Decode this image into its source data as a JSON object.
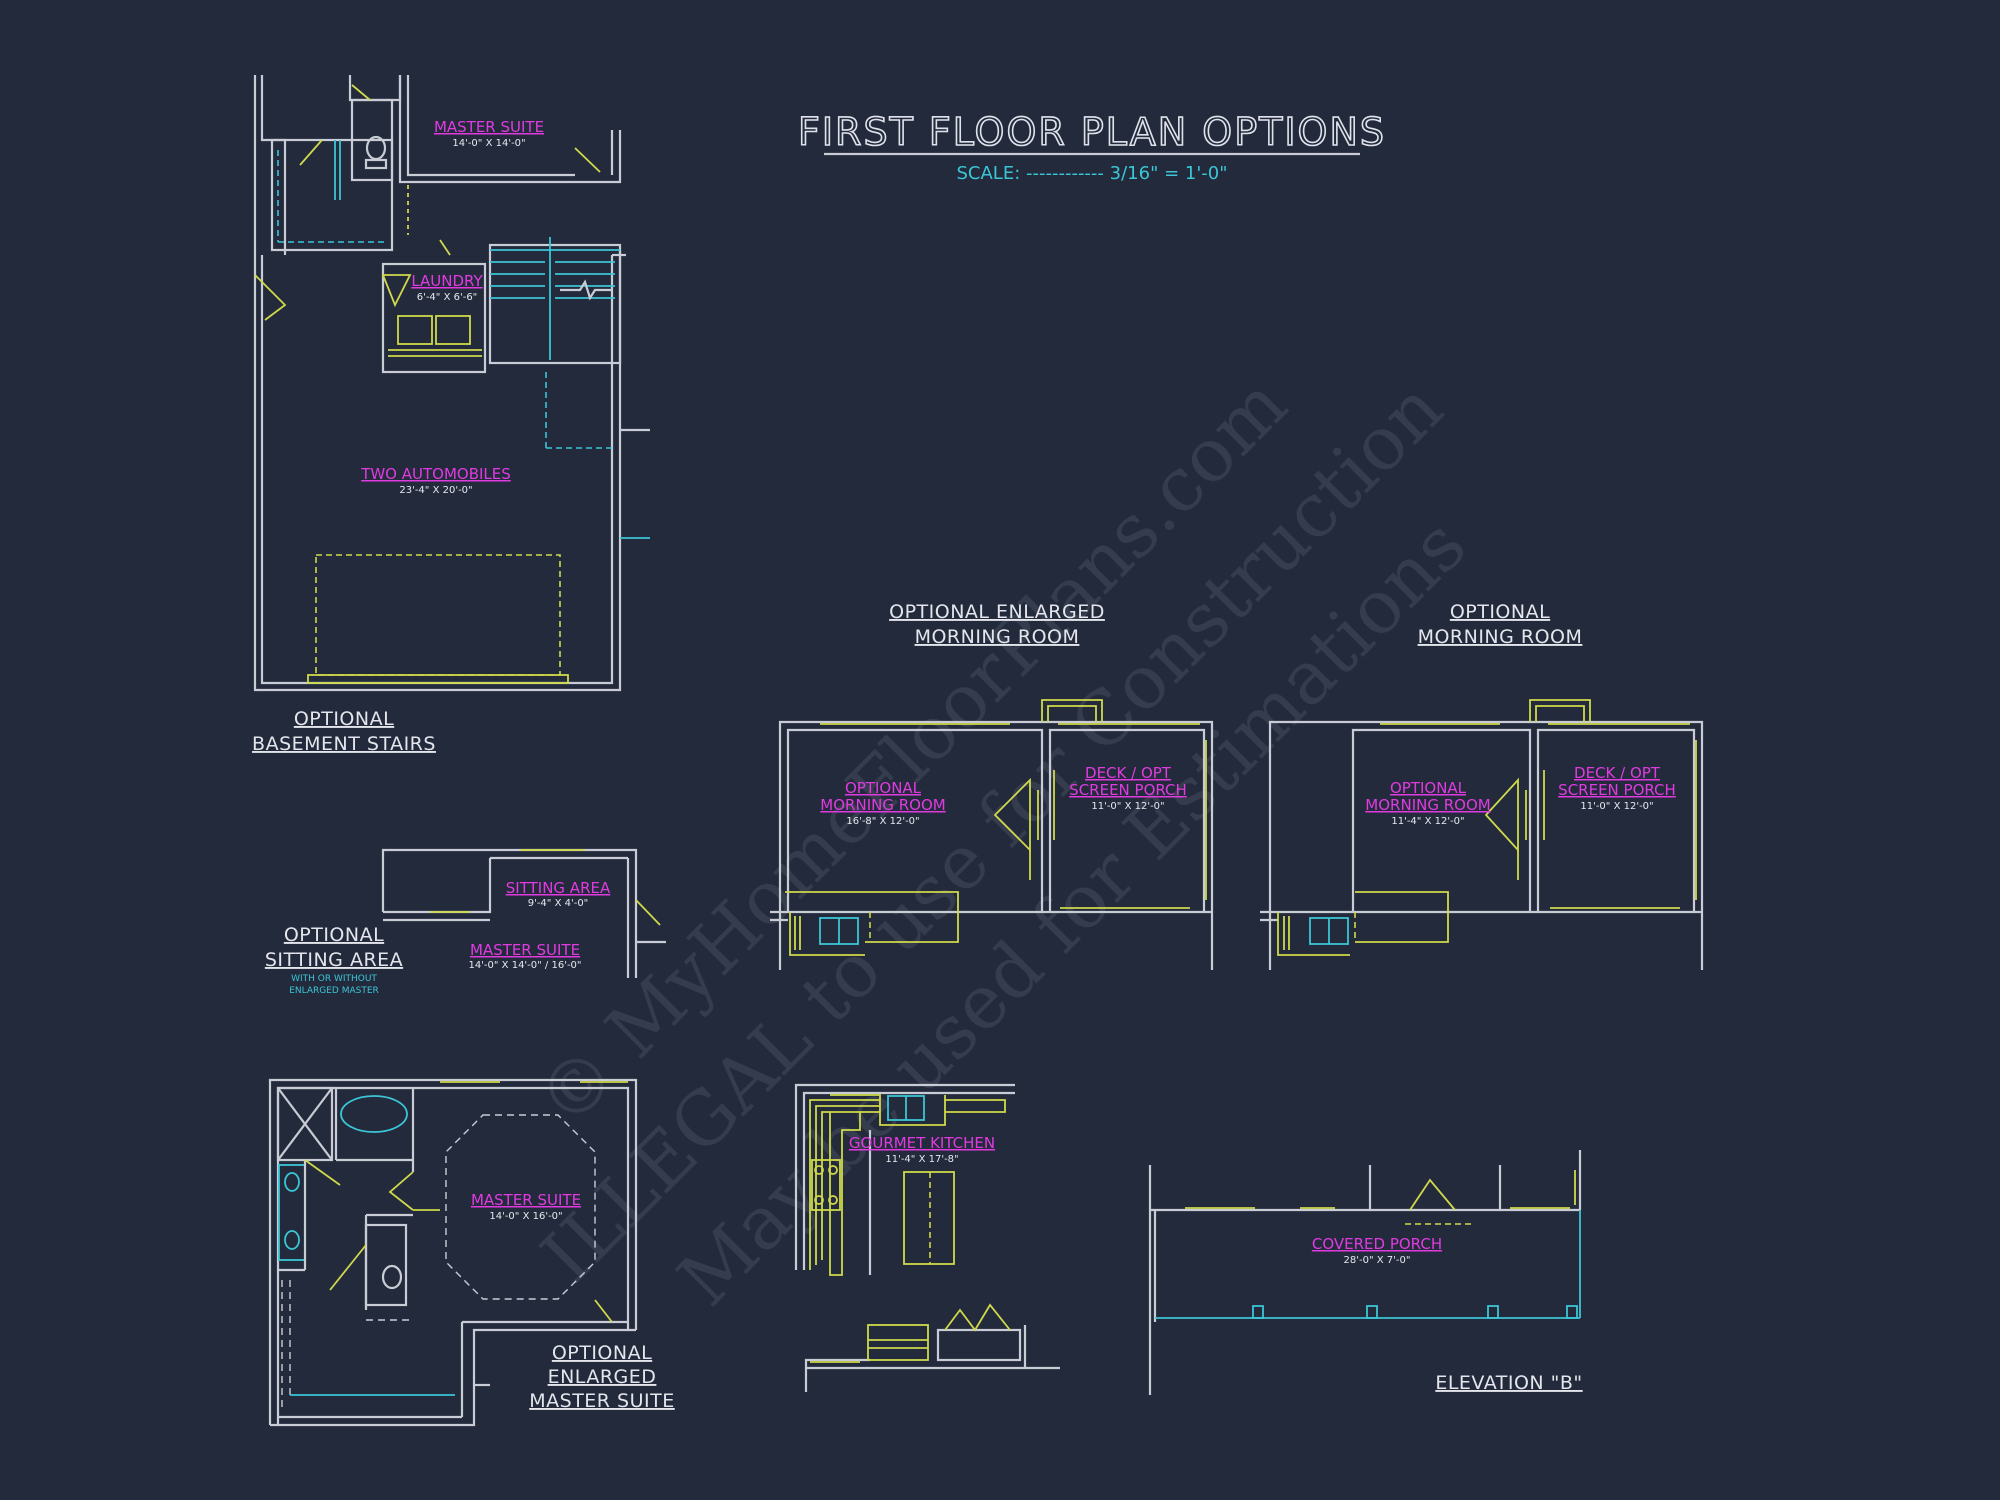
{
  "title": "FIRST FLOOR PLAN OPTIONS",
  "scale": "SCALE: ------------ 3/16\" = 1'-0\"",
  "garage": {
    "master_suite_label": "MASTER SUITE",
    "master_suite_dim": "14'-0\" X 14'-0\"",
    "laundry_label": "LAUNDRY",
    "laundry_dim": "6'-4\" X 6'-6\"",
    "garage_label": "TWO AUTOMOBILES",
    "garage_dim": "23'-4\" X 20'-0\"",
    "caption_line1": "OPTIONAL",
    "caption_line2": "BASEMENT STAIRS"
  },
  "sitting": {
    "sitting_label": "SITTING AREA",
    "sitting_dim": "9'-4\" X 4'-0\"",
    "master_label": "MASTER SUITE",
    "master_dim": "14'-0\" X 14'-0\" / 16'-0\"",
    "caption_line1": "OPTIONAL",
    "caption_line2": "SITTING AREA",
    "note_line1": "WITH OR WITHOUT",
    "note_line2": "ENLARGED MASTER"
  },
  "enlarged_morning": {
    "caption_line1": "OPTIONAL ENLARGED",
    "caption_line2": "MORNING ROOM",
    "room_line1": "OPTIONAL",
    "room_line2": "MORNING ROOM",
    "room_dim": "16'-8\" X 12'-0\"",
    "porch_line1": "DECK / OPT",
    "porch_line2": "SCREEN PORCH",
    "porch_dim": "11'-0\" X 12'-0\""
  },
  "morning": {
    "caption_line1": "OPTIONAL",
    "caption_line2": "MORNING ROOM",
    "room_line1": "OPTIONAL",
    "room_line2": "MORNING ROOM",
    "room_dim": "11'-4\" X 12'-0\"",
    "porch_line1": "DECK / OPT",
    "porch_line2": "SCREEN PORCH",
    "porch_dim": "11'-0\" X 12'-0\""
  },
  "enlarged_master": {
    "master_label": "MASTER SUITE",
    "master_dim": "14'-0\" X 16'-0\"",
    "caption_line1": "OPTIONAL",
    "caption_line2": "ENLARGED",
    "caption_line3": "MASTER SUITE"
  },
  "kitchen": {
    "label": "GOURMET KITCHEN",
    "dim": "11'-4\" X 17'-8\""
  },
  "porch": {
    "label": "COVERED PORCH",
    "dim": "28'-0\" X 7'-0\"",
    "caption": "ELEVATION \"B\""
  },
  "watermark": {
    "line1": "© MyHomeFloorPlans.com",
    "line2": "ILLEGAL to use for Construction",
    "line3": "May be used for Estimations"
  },
  "colors": {
    "background": "#222a3c",
    "walls": "#c9ccd4",
    "fixtures": "#cfd94a",
    "cabinets": "#3bc6d6",
    "room_labels": "#e13be0"
  }
}
